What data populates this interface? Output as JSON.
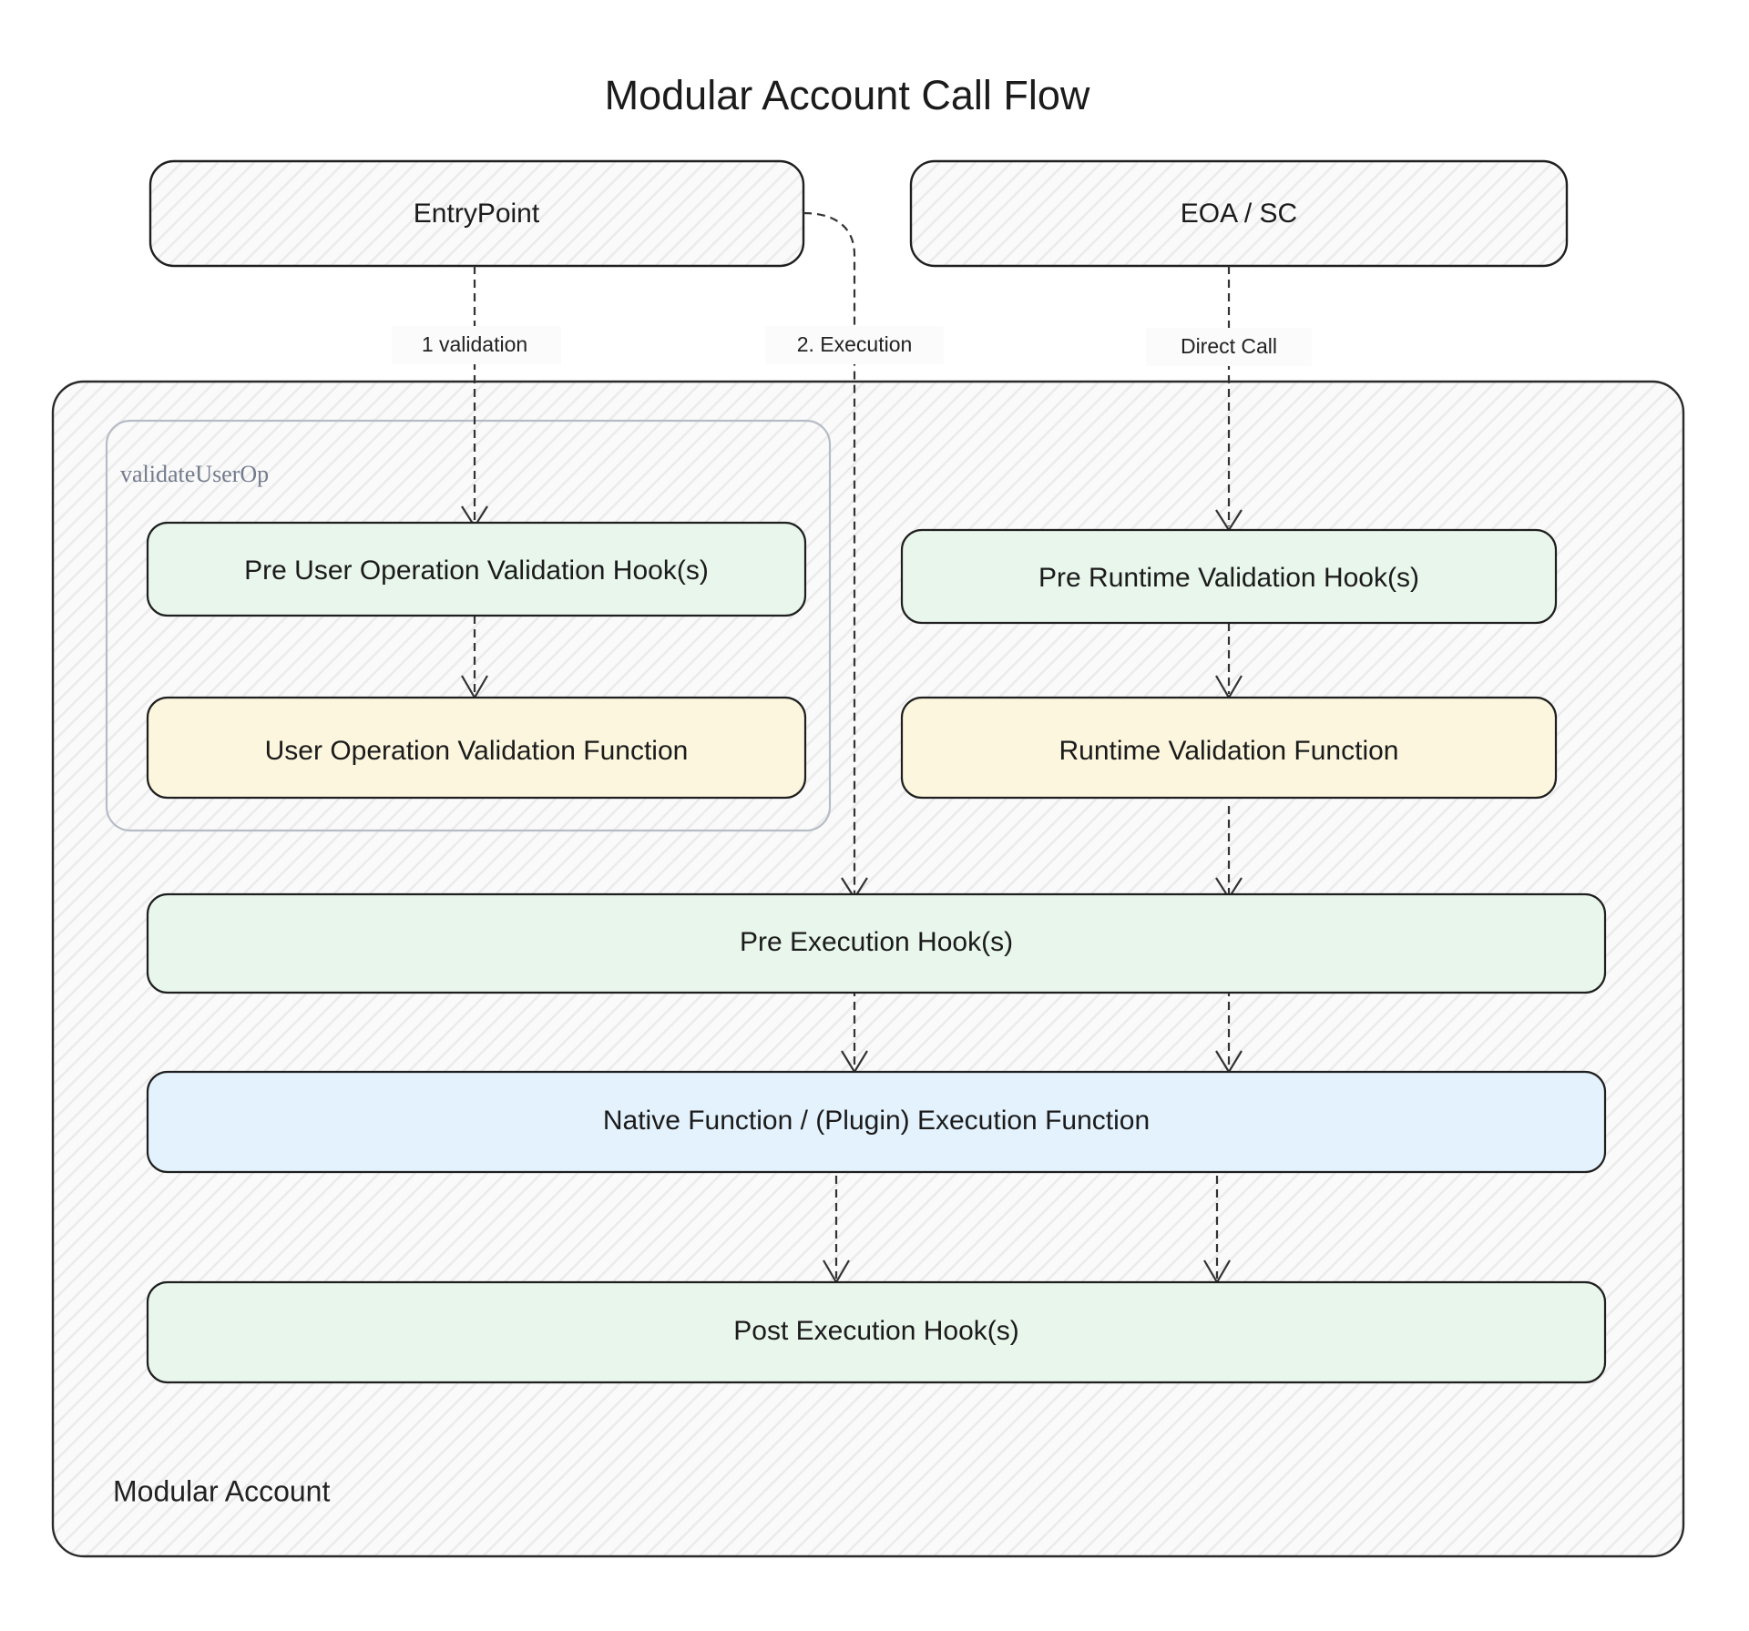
{
  "title": "Modular Account Call Flow",
  "colors": {
    "green_fill": "#e8f6ec",
    "green_stroke": "#1f1f1f",
    "yellow_fill": "#fbf6dd",
    "yellow_stroke": "#1f1f1f",
    "blue_fill": "#e3f2fd",
    "blue_stroke": "#1f1f1f",
    "hatch_fill": "#fafafa",
    "hatch_stroke": "#ececec",
    "edge_stroke": "#333333",
    "cluster_label_gray": "#737b8c",
    "text": "#1b1b1b"
  },
  "external_nodes": [
    {
      "id": "entrypoint",
      "label": "EntryPoint"
    },
    {
      "id": "eoa-sc",
      "label": "EOA / SC"
    }
  ],
  "clusters": {
    "modular_account": {
      "label": "Modular Account"
    },
    "validate_user_op": {
      "label": "validateUserOp"
    }
  },
  "nodes": [
    {
      "id": "pre-user-op-validation-hook",
      "label": "Pre User Operation Validation Hook(s)",
      "style": "green"
    },
    {
      "id": "user-op-validation-function",
      "label": "User Operation Validation Function",
      "style": "yellow"
    },
    {
      "id": "pre-runtime-validation-hook",
      "label": "Pre Runtime Validation Hook(s)",
      "style": "green"
    },
    {
      "id": "runtime-validation-function",
      "label": "Runtime Validation Function",
      "style": "yellow"
    },
    {
      "id": "pre-execution-hook",
      "label": "Pre Execution Hook(s)",
      "style": "green"
    },
    {
      "id": "native-function",
      "label": "Native Function  /  (Plugin) Execution Function",
      "style": "blue"
    },
    {
      "id": "post-execution-hook",
      "label": "Post Execution Hook(s)",
      "style": "green"
    }
  ],
  "edges": [
    {
      "id": "edge-validation",
      "from": "entrypoint",
      "to": "pre-user-op-validation-hook",
      "label": "1 validation"
    },
    {
      "id": "edge-execution",
      "from": "entrypoint",
      "to": "pre-execution-hook",
      "label": "2. Execution"
    },
    {
      "id": "edge-direct-call",
      "from": "eoa-sc",
      "to": "pre-runtime-validation-hook",
      "label": "Direct Call"
    },
    {
      "id": "edge-userop-hook-to-fn",
      "from": "pre-user-op-validation-hook",
      "to": "user-op-validation-function",
      "label": ""
    },
    {
      "id": "edge-runtime-hook-to-fn",
      "from": "pre-runtime-validation-hook",
      "to": "runtime-validation-function",
      "label": ""
    },
    {
      "id": "edge-runtime-to-pre-exec",
      "from": "runtime-validation-function",
      "to": "pre-execution-hook",
      "label": ""
    },
    {
      "id": "edge-pre-exec-to-native-left",
      "from": "pre-execution-hook",
      "to": "native-function",
      "label": ""
    },
    {
      "id": "edge-pre-exec-to-native-right",
      "from": "pre-execution-hook",
      "to": "native-function",
      "label": ""
    },
    {
      "id": "edge-native-to-post-left",
      "from": "native-function",
      "to": "post-execution-hook",
      "label": ""
    },
    {
      "id": "edge-native-to-post-right",
      "from": "native-function",
      "to": "post-execution-hook",
      "label": ""
    }
  ]
}
